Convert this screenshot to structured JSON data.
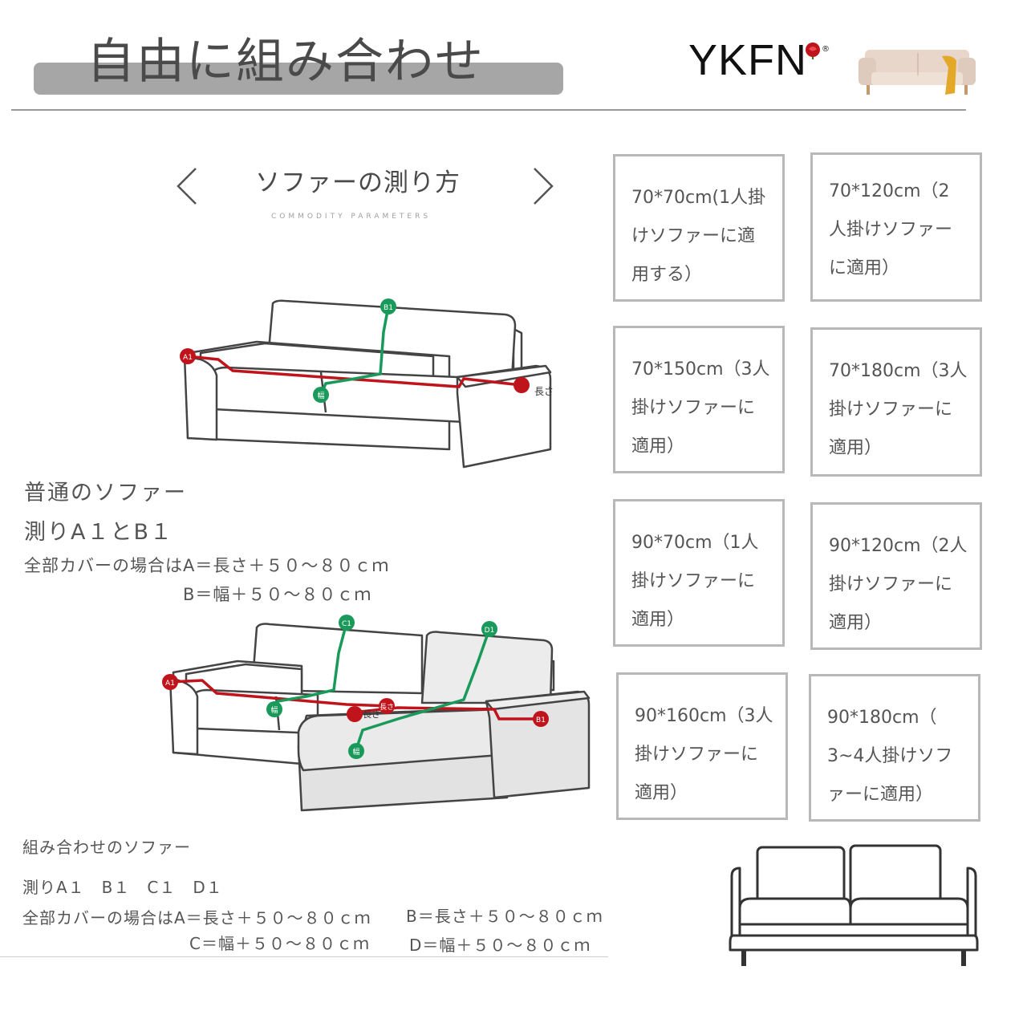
{
  "header": {
    "title": "自由に組み合わせ",
    "brand": "YKFN",
    "brand_mark": "®"
  },
  "measure": {
    "title": "ソファーの測り方",
    "subtitle": "COMMODITY PARAMETERS"
  },
  "regular_sofa": {
    "heading": "普通のソファー",
    "measure_line": "測りA１とB１",
    "full_cover_a": "全部カバーの場合はA＝長さ＋５０～８０ｃｍ",
    "full_cover_b": "B＝幅＋５０～８０ｃｍ",
    "labels": {
      "a1": "A1",
      "b1": "B1",
      "width": "幅",
      "length": "長さ"
    }
  },
  "sectional_sofa": {
    "heading": "組み合わせのソファー",
    "measure_line": "測りA１　B１　C１　D１",
    "full_cover_a": "全部カバーの場合はA＝長さ＋５０～８０ｃｍ",
    "full_cover_b": "B＝長さ＋５０～８０ｃｍ",
    "full_cover_c": "C＝幅＋５０～８０ｃｍ",
    "full_cover_d": "D＝幅＋５０～８０ｃｍ",
    "labels": {
      "a1": "A1",
      "b1": "B1",
      "c1": "C1",
      "d1": "D1",
      "width": "幅",
      "length": "長さ"
    }
  },
  "sizes": [
    {
      "text": "70*70cm(1人掛\nけソファーに適\n用する）"
    },
    {
      "text": "70*120cm（2\n人掛けソファー\nに適用）"
    },
    {
      "text": "70*150cm（3人\n掛けソファーに\n適用）"
    },
    {
      "text": "70*180cm（3人\n掛けソファーに\n適用）"
    },
    {
      "text": "90*70cm（1人\n掛けソファーに\n適用）"
    },
    {
      "text": "90*120cm（2人\n掛けソファーに\n適用）"
    },
    {
      "text": "90*160cm（3人\n掛けソファーに\n適用）"
    },
    {
      "text": "90*180cm（\n3~4人掛けソフ\nァーに適用）"
    }
  ],
  "colors": {
    "red_line": "#c0141c",
    "green_line": "#1a9a5a",
    "title_bar": "#a6a6a6",
    "card_border": "#b8b8b8"
  },
  "icons": [
    "chevron-left-icon",
    "chevron-right-icon",
    "rose-icon",
    "sofa-photo-icon",
    "sofa-outline-icon"
  ]
}
